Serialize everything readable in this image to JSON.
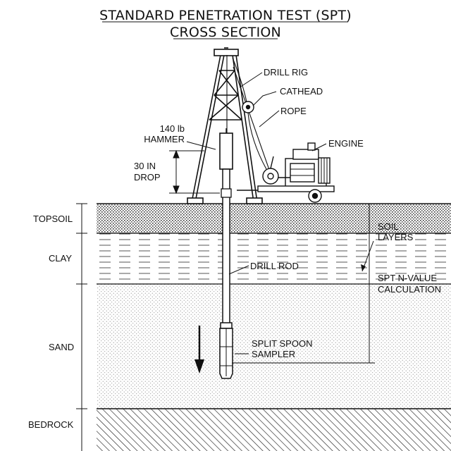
{
  "title": {
    "line1": "STANDARD PENETRATION TEST (SPT)",
    "line2": "CROSS SECTION"
  },
  "equipment_labels": {
    "drill_rig": "DRILL RIG",
    "cathead": "CATHEAD",
    "rope": "ROPE",
    "engine": "ENGINE",
    "hammer_line1": "140 lb",
    "hammer_line2": "HAMMER",
    "drop_line1": "30 IN",
    "drop_line2": "DROP",
    "drill_rod": "DRILL ROD",
    "sampler_line1": "SPLIT SPOON",
    "sampler_line2": "SAMPLER"
  },
  "soil_layers": [
    {
      "name": "TOPSOIL",
      "pattern": "dense-dots"
    },
    {
      "name": "CLAY",
      "pattern": "dashed-lines"
    },
    {
      "name": "SAND",
      "pattern": "light-dots"
    },
    {
      "name": "BEDROCK",
      "pattern": "diagonal-hatch"
    }
  ],
  "right_annotations": {
    "soil_line1": "SOIL",
    "soil_line2": "LAYERS",
    "spt_line1": "SPT N-VALUE",
    "spt_line2": "CALCULATION"
  },
  "colors": {
    "ink": "#111111",
    "background": "#ffffff"
  }
}
